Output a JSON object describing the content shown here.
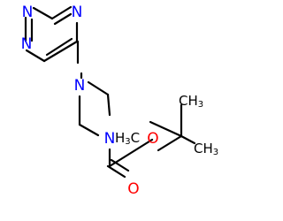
{
  "molecule": {
    "atoms": {
      "n_pyr_left": {
        "symbol": "N",
        "element": "nitrogen"
      },
      "n_pyr_top": {
        "symbol": "N",
        "element": "nitrogen"
      },
      "n_pip_top": {
        "symbol": "N",
        "element": "nitrogen"
      },
      "n_pip_bottom": {
        "symbol": "N",
        "element": "nitrogen"
      },
      "o_ester": {
        "symbol": "O",
        "element": "oxygen"
      },
      "o_carbonyl": {
        "symbol": "O",
        "element": "oxygen"
      }
    },
    "methyls": [
      {
        "prefix": "H",
        "sub": "3",
        "suffix": "C"
      },
      {
        "prefix": "CH",
        "sub": "3",
        "suffix": ""
      },
      {
        "prefix": "CH",
        "sub": "3",
        "suffix": ""
      }
    ]
  },
  "colors": {
    "bond": "#000000",
    "nitrogen": "#0000ff",
    "oxygen": "#ff0000",
    "carbon_label": "#000000"
  }
}
